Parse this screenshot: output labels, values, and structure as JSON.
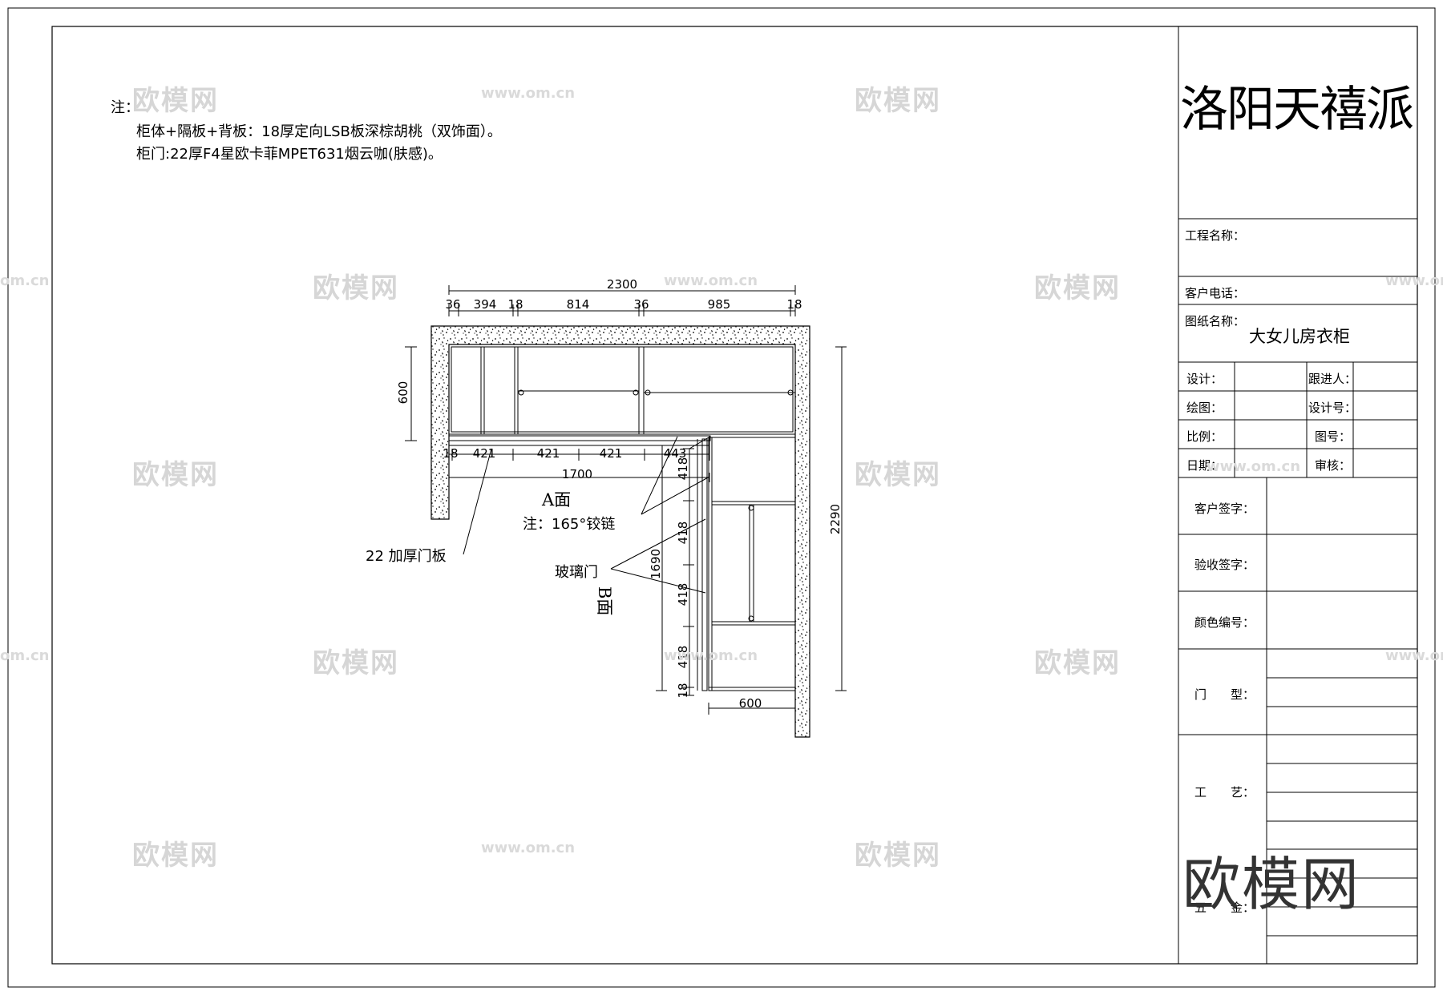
{
  "notes": {
    "head": "注：",
    "line1": "柜体+隔板+背板：18厚定向LSB板深棕胡桃（双饰面）。",
    "line2": "柜门:22厚F4星欧卡菲MPET631烟云咖(肤感)。"
  },
  "dims": {
    "top_total": "2300",
    "top_parts": [
      "36",
      "394",
      "18",
      "814",
      "36",
      "985",
      "18"
    ],
    "left_depth": "600",
    "mid_parts": [
      "18",
      "421",
      "421",
      "421",
      "443"
    ],
    "mid_total": "1700",
    "right_total": "2290",
    "b_parts": [
      "418",
      "418",
      "418",
      "418",
      "18"
    ],
    "b_total": "1690",
    "bottom_depth": "600"
  },
  "annotations": {
    "face_a": "A面",
    "face_b": "B面",
    "hinge": "注：165°铰链",
    "door_panel": "22 加厚门板",
    "glass_door": "玻璃门"
  },
  "title_block": {
    "company": "洛阳天禧派",
    "project_label": "工程名称：",
    "phone_label": "客户电话：",
    "drawing_name_label": "图纸名称：",
    "drawing_name": "大女儿房衣柜",
    "design_label": "设计：",
    "follow_label": "跟进人：",
    "draw_label": "绘图：",
    "design_no_label": "设计号：",
    "scale_label": "比例：",
    "drawing_no_label": "图号：",
    "date_label": "日期：",
    "review_label": "审核：",
    "client_sign_label": "客户签字：",
    "accept_sign_label": "验收签字：",
    "color_no_label": "颜色编号：",
    "door_type_label": "门　　型：",
    "craft_label": "工　　艺：",
    "hardware_label": "五　　金："
  },
  "watermark": {
    "brand": "欧模网",
    "url": "www.om.cn",
    "url_short": "om.cn"
  }
}
